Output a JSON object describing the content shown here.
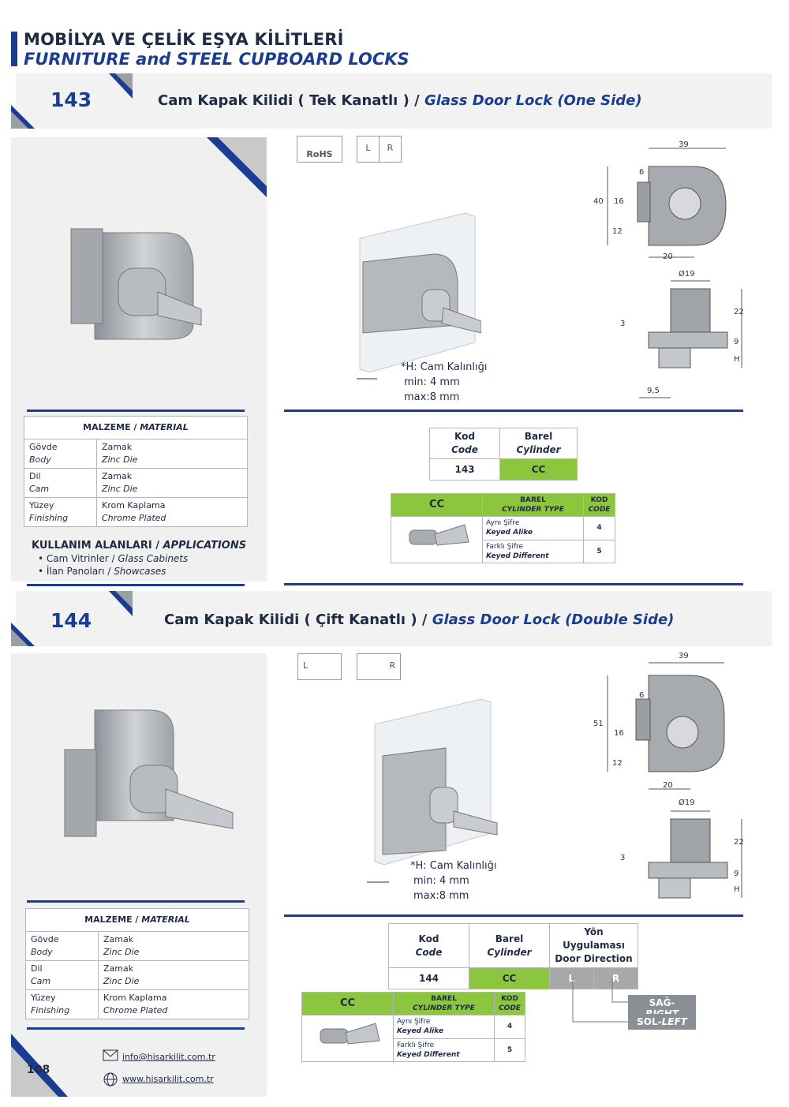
{
  "header": {
    "line1": "MOBİLYA VE ÇELİK EŞYA KİLİTLERİ",
    "line2": "FURNITURE and STEEL CUPBOARD LOCKS"
  },
  "products": [
    {
      "code": "143",
      "title_tr": "Cam Kapak Kilidi ( Tek Kanatlı ) /",
      "title_en": "Glass Door Lock (One Side)",
      "badges": [
        "RoHS",
        "L",
        "R"
      ],
      "note": [
        "*H: Cam Kalınlığı",
        "min: 4 mm",
        "max:8 mm"
      ],
      "dims_front": [
        "39",
        "6",
        "40",
        "16",
        "12",
        "20"
      ],
      "dims_side": [
        "Ø19",
        "22",
        "3",
        "9",
        "H",
        "9,5"
      ],
      "material": {
        "heading_tr": "MALZEME /",
        "heading_en": "MATERIAL",
        "rows": [
          {
            "k_tr": "Gövde",
            "k_en": "Body",
            "v_tr": "Zamak",
            "v_en": "Zinc Die"
          },
          {
            "k_tr": "Dil",
            "k_en": "Cam",
            "v_tr": "Zamak",
            "v_en": "Zinc Die"
          },
          {
            "k_tr": "Yüzey",
            "k_en": "Finishing",
            "v_tr": "Krom Kaplama",
            "v_en": "Chrome Plated"
          }
        ]
      },
      "applications": {
        "heading_tr": "KULLANIM ALANLARI /",
        "heading_en": "APPLICATIONS",
        "items": [
          {
            "tr": "• Cam Vitrinler /",
            "en": "Glass Cabinets"
          },
          {
            "tr": "• İlan Panoları /",
            "en": "Showcases"
          }
        ]
      },
      "code_table": {
        "h1_tr": "Kod",
        "h1_en": "Code",
        "h2_tr": "Barel",
        "h2_en": "Cylinder",
        "code": "143",
        "cylinder": "CC"
      },
      "cyl_table": {
        "h_cc": "CC",
        "h_type1": "BAREL",
        "h_type2": "CYLINDER TYPE",
        "h_code1": "KOD",
        "h_code2": "CODE",
        "rows": [
          {
            "tr": "Aynı Şifre",
            "en": "Keyed Alike",
            "code": "4"
          },
          {
            "tr": "Farklı Şifre",
            "en": "Keyed Different",
            "code": "5"
          }
        ]
      }
    },
    {
      "code": "144",
      "title_tr": "Cam Kapak Kilidi ( Çift Kanatlı ) /",
      "title_en": "Glass Door Lock (Double Side)",
      "badges": [
        "L",
        "R"
      ],
      "note": [
        "*H: Cam Kalınlığı",
        "min: 4 mm",
        "max:8 mm"
      ],
      "dims_front": [
        "39",
        "6",
        "51",
        "16",
        "12",
        "20"
      ],
      "dims_side": [
        "Ø19",
        "22",
        "3",
        "9",
        "H"
      ],
      "material": {
        "heading_tr": "MALZEME /",
        "heading_en": "MATERIAL",
        "rows": [
          {
            "k_tr": "Gövde",
            "k_en": "Body",
            "v_tr": "Zamak",
            "v_en": "Zinc Die"
          },
          {
            "k_tr": "Dil",
            "k_en": "Cam",
            "v_tr": "Zamak",
            "v_en": "Zinc Die"
          },
          {
            "k_tr": "Yüzey",
            "k_en": "Finishing",
            "v_tr": "Krom Kaplama",
            "v_en": "Chrome Plated"
          }
        ]
      },
      "code_table": {
        "h1_tr": "Kod",
        "h1_en": "Code",
        "h2_tr": "Barel",
        "h2_en": "Cylinder",
        "h3_tr": "Yön Uygulaması",
        "h3_en": "Door Direction",
        "code": "144",
        "cylinder": "CC",
        "dir_l": "L",
        "dir_r": "R"
      },
      "direction_tags": {
        "right_tr": "SAĞ-",
        "right_en": "RIGHT",
        "left_tr": "SOL-",
        "left_en": "LEFT"
      },
      "cyl_table": {
        "h_cc": "CC",
        "h_type1": "BAREL",
        "h_type2": "CYLINDER TYPE",
        "h_code1": "KOD",
        "h_code2": "CODE",
        "rows": [
          {
            "tr": "Aynı Şifre",
            "en": "Keyed Alike",
            "code": "4"
          },
          {
            "tr": "Farklı Şifre",
            "en": "Keyed Different",
            "code": "5"
          }
        ]
      }
    }
  ],
  "footer": {
    "page": "108",
    "email": "info@hisarkilit.com.tr",
    "web": "www.hisarkilit.com.tr"
  },
  "colors": {
    "navy": "#1b3d91",
    "green": "#8cc63f",
    "grey": "#a8a8a8"
  },
  "icons": [
    "mail-icon",
    "globe-icon",
    "rohs-icon"
  ]
}
